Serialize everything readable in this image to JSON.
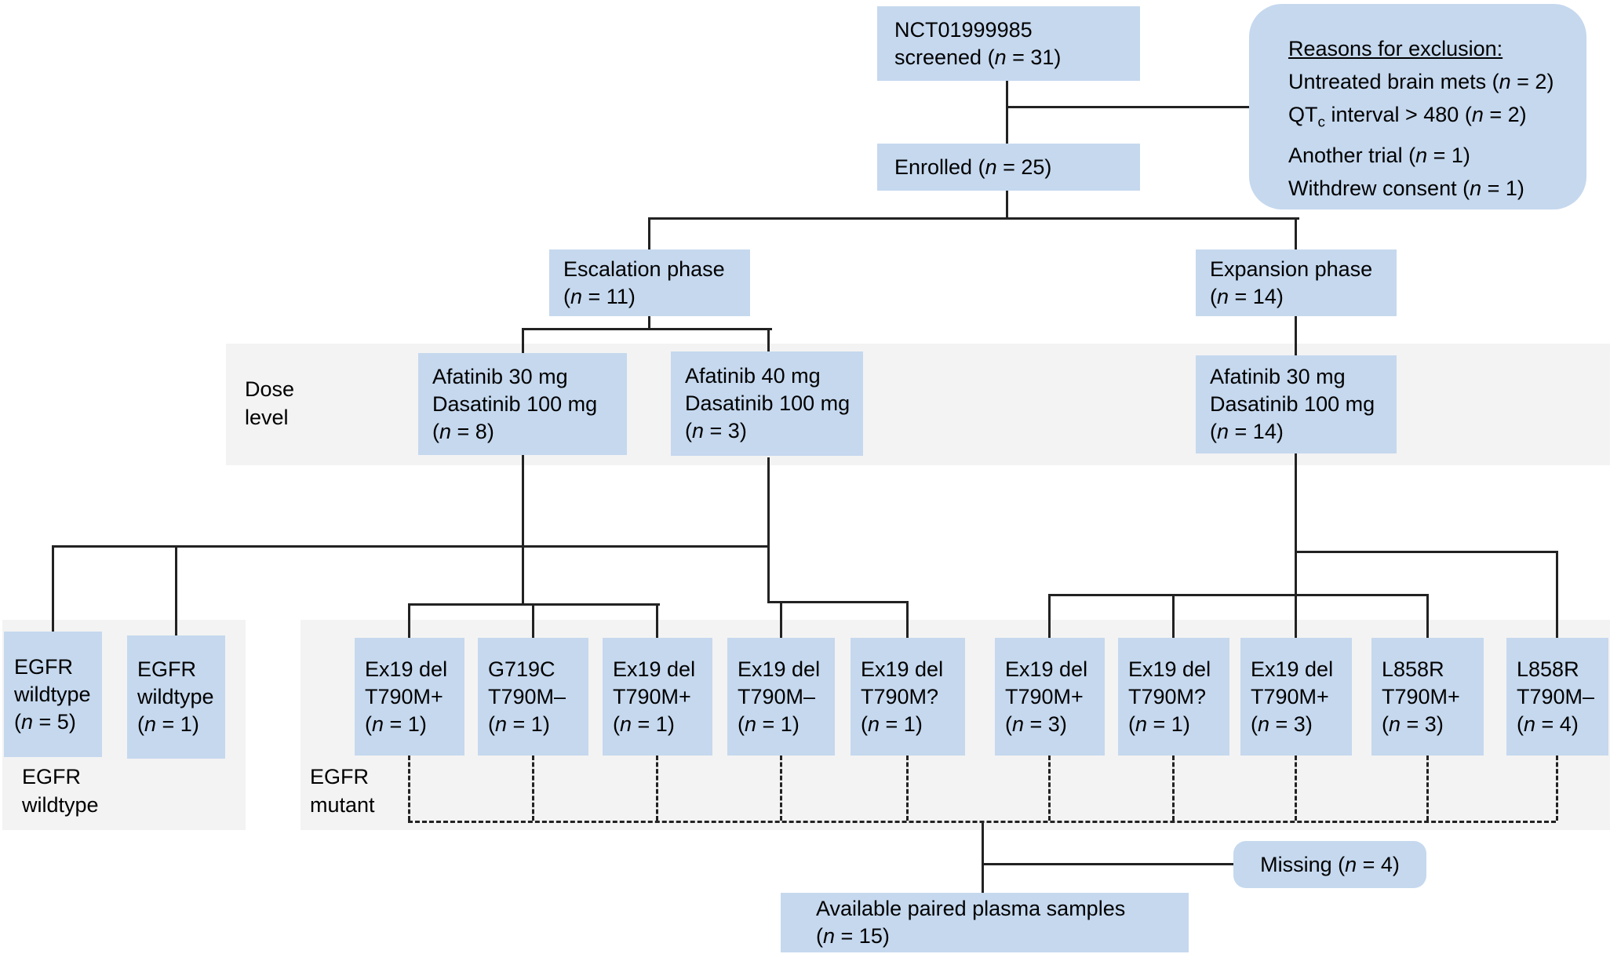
{
  "palette": {
    "box_fill": "#c5d8ee",
    "band_fill": "#f3f3f3",
    "line_color": "#222222"
  },
  "screened": {
    "text": "NCT01999985\nscreened (n = 31)"
  },
  "exclusion": {
    "title": "Reasons for exclusion:",
    "items": [
      "Untreated brain mets (n = 2)",
      "QT[c] interval > 480 (n = 2)",
      "Another trial (n = 1)",
      "Withdrew consent (n = 1)"
    ]
  },
  "enrolled": {
    "text": "Enrolled (n = 25)"
  },
  "phases": {
    "escalation": {
      "text": "Escalation phase\n(n = 11)"
    },
    "expansion": {
      "text": "Expansion phase\n(n = 14)"
    }
  },
  "dose_level": {
    "row_label": "Dose\nlevel",
    "boxes": [
      {
        "text": "Afatinib 30 mg\nDasatinib 100 mg\n(n = 8)"
      },
      {
        "text": "Afatinib 40 mg\nDasatinib 100 mg\n(n = 3)"
      },
      {
        "text": "Afatinib 30 mg\nDasatinib 100 mg\n(n = 14)"
      }
    ]
  },
  "egfr_wildtype": {
    "band_label": "EGFR\nwildtype",
    "boxes": [
      {
        "text": "EGFR\nwildtype\n(n = 5)"
      },
      {
        "text": "EGFR\nwildtype\n(n = 1)"
      }
    ]
  },
  "egfr_mutant": {
    "band_label": "EGFR\nmutant",
    "boxes": [
      {
        "text": "Ex19 del\nT790M+\n(n = 1)"
      },
      {
        "text": "G719C\nT790M–\n(n = 1)"
      },
      {
        "text": "Ex19 del\nT790M+\n(n = 1)"
      },
      {
        "text": "Ex19 del\nT790M–\n(n = 1)"
      },
      {
        "text": "Ex19 del\nT790M?\n(n = 1)"
      },
      {
        "text": "Ex19 del\nT790M+\n(n = 3)"
      },
      {
        "text": "Ex19 del\nT790M?\n(n = 1)"
      },
      {
        "text": "Ex19 del\nT790M+\n(n = 3)"
      },
      {
        "text": "L858R\nT790M+\n(n = 3)"
      },
      {
        "text": "L858R\nT790M–\n(n = 4)"
      }
    ]
  },
  "missing": {
    "text": "Missing (n = 4)"
  },
  "available": {
    "text": "Available paired plasma samples\n(n = 15)"
  }
}
